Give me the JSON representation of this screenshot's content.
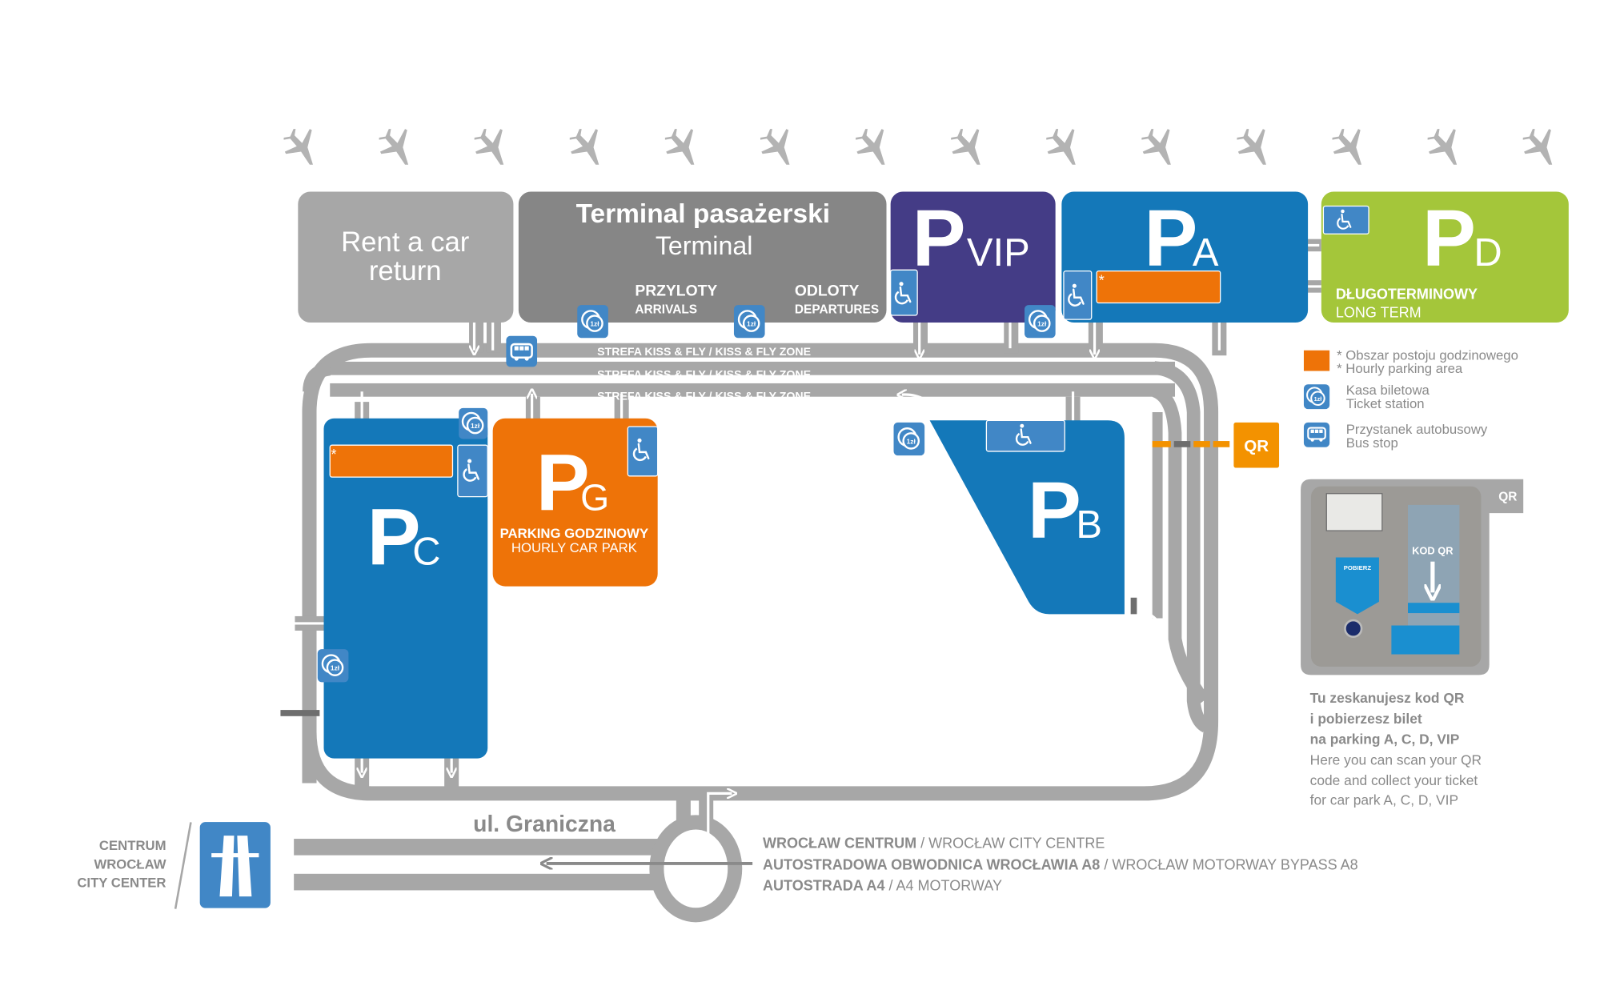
{
  "colors": {
    "road": "#a7a7a7",
    "dark_gray": "#6e6e6e",
    "rent_gray": "#a7a7a7",
    "terminal_gray": "#868686",
    "vip_purple": "#443c86",
    "blue": "#1478b9",
    "light_blue": "#4187c6",
    "green": "#a4c63a",
    "orange": "#ee7308",
    "qr_orange": "#f39200",
    "text_gray": "#8a8a8a"
  },
  "airplane_count": 14,
  "rent_a_car": {
    "line1": "Rent a car",
    "line2": "return"
  },
  "terminal": {
    "title": "Terminal pasażerski",
    "subtitle": "Terminal",
    "arrivals_pl": "PRZYLOTY",
    "arrivals_en": "ARRIVALS",
    "departures_pl": "ODLOTY",
    "departures_en": "DEPARTURES"
  },
  "parkings": {
    "vip": {
      "letter": "P",
      "sub": "VIP"
    },
    "a": {
      "letter": "P",
      "sub": "A",
      "asterisk": "*"
    },
    "d": {
      "letter": "P",
      "sub": "D",
      "label_pl": "DŁUGOTERMINOWY",
      "label_en": "LONG TERM"
    },
    "c": {
      "letter": "P",
      "sub": "C",
      "asterisk": "*"
    },
    "g": {
      "letter": "P",
      "sub": "G",
      "label_pl": "PARKING GODZINOWY",
      "label_en": "HOURLY CAR PARK"
    },
    "b": {
      "letter": "P",
      "sub": "B"
    }
  },
  "kiss_fly": [
    "STREFA KISS & FLY / KISS & FLY ZONE",
    "STREFA KISS & FLY / KISS & FLY ZONE",
    "STREFA KISS & FLY / KISS & FLY ZONE"
  ],
  "ticket_icon_text": "1zł",
  "qr_badge": "QR",
  "legend": {
    "hourly_pl": "* Obszar postoju godzinowego",
    "hourly_en": "* Hourly parking area",
    "ticket_pl": "Kasa biletowa",
    "ticket_en": "Ticket station",
    "bus_pl": "Przystanek autobusowy",
    "bus_en": "Bus stop"
  },
  "qr_panel": {
    "badge": "QR",
    "kod_qr": "KOD QR",
    "pobierz": "POBIERZ",
    "desc": [
      "Tu zeskanujesz kod QR",
      "i pobierzesz bilet",
      "na parking A, C, D, VIP",
      "Here you can scan your QR",
      "code and collect your ticket",
      "for car park A, C, D, VIP"
    ]
  },
  "street": "ul. Graniczna",
  "city_center": [
    "CENTRUM",
    "WROCŁAW",
    "CITY CENTER"
  ],
  "directions": [
    {
      "bold": "WROCŁAW CENTRUM",
      "rest": " / WROCŁAW CITY CENTRE"
    },
    {
      "bold": "AUTOSTRADOWA OBWODNICA WROCŁAWIA A8",
      "rest": "  / WROCŁAW MOTORWAY BYPASS A8"
    },
    {
      "bold": "AUTOSTRADA A4",
      "rest": " / A4 MOTORWAY"
    }
  ]
}
